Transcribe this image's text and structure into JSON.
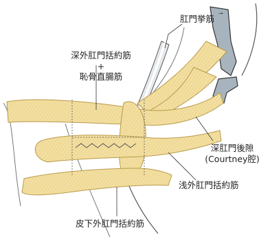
{
  "labels": {
    "levator_ani": "肛門挙筋",
    "deep_external_line1": "深外肛門括約筋",
    "plus_sign": "+",
    "puborectalis": "恥骨直腸筋",
    "deep_postanal_space": "深肛門後隙",
    "courtney_space": "(Courtney腔)",
    "superficial_external": "浅外肛門括約筋",
    "subcutaneous_external": "皮下外肛門括約筋"
  },
  "colors": {
    "muscle_fill": "#f3dfa0",
    "muscle_stroke": "#b89a4a",
    "bone_fill": "#a7b4bd",
    "line": "#444444"
  }
}
